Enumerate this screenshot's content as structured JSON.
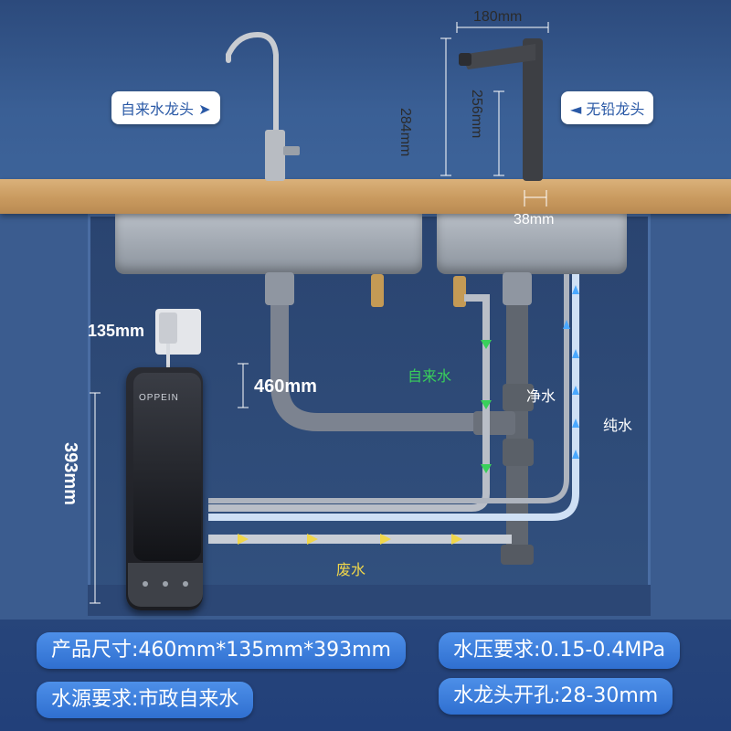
{
  "labels": {
    "tap_water_faucet": "自来水龙头",
    "tap_water_arrow": "➤",
    "lead_free_faucet": "无铅龙头",
    "lead_free_arrow": "◄"
  },
  "dimensions": {
    "faucet_width": "180mm",
    "faucet_height_total": "284mm",
    "faucet_height_spout": "256mm",
    "faucet_base": "38mm",
    "device_depth": "135mm",
    "device_width": "460mm",
    "device_height": "393mm"
  },
  "flow_labels": {
    "tap_water": "自来水",
    "clean_water": "净水",
    "pure_water": "纯水",
    "waste_water": "废水"
  },
  "device": {
    "brand": "OPPEIN"
  },
  "specs": {
    "size": "产品尺寸:460mm*135mm*393mm",
    "pressure": "水压要求:0.15-0.4MPa",
    "source": "水源要求:市政自来水",
    "hole": "水龙头开孔:28-30mm"
  },
  "colors": {
    "pill_text": "#2a59a6",
    "spec_bg": "#3c7fe0",
    "tap_arrow": "#39d05a",
    "pure_arrow": "#4aa8ff",
    "waste_arrow": "#f0d64a"
  }
}
